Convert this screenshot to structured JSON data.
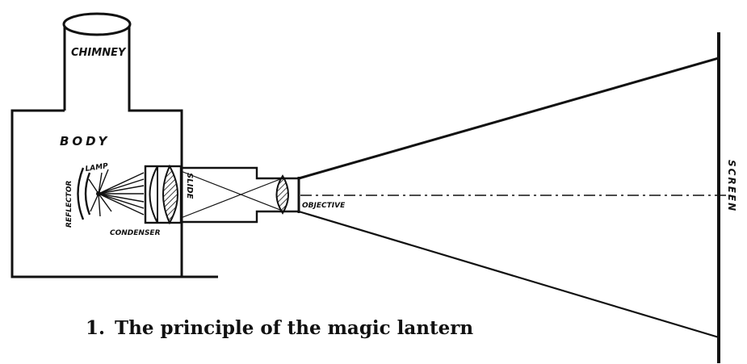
{
  "labels": {
    "chimney": "CHIMNEY",
    "body": "BODY",
    "lamp": "LAMP",
    "reflector": "REFLECTOR",
    "condenser": "CONDENSER",
    "slide": "SLIDE",
    "objective": "OBJECTIVE",
    "screen": "SCREEN"
  },
  "caption": {
    "number": "1.",
    "text": "The principle of the magic lantern"
  }
}
